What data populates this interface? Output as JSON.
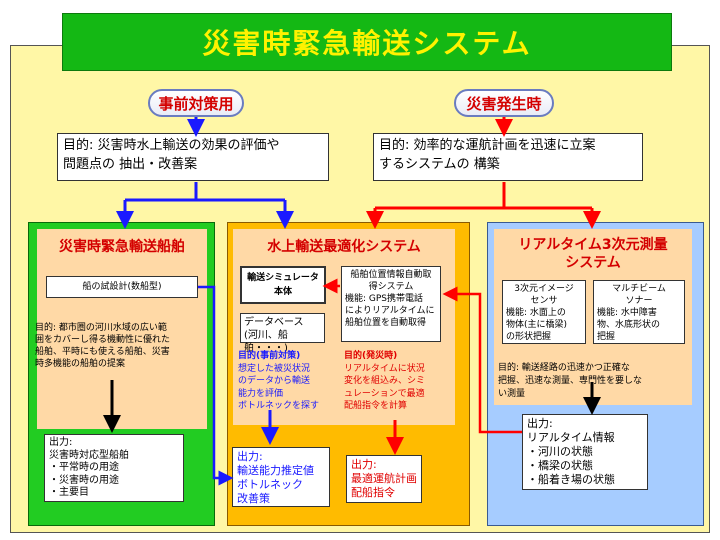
{
  "title": "災害時緊急輸送システム",
  "pill_left": "事前対策用",
  "pill_right": "災害発生時",
  "purpose_left": [
    "目的: 災害時水上輸送の効果の評価や",
    "問題点の 抽出・改善案"
  ],
  "purpose_right": [
    "目的: 効率的な運航計画を迅速に立案",
    "するシステムの 構築"
  ],
  "left_panel": {
    "title": "災害時緊急輸送船舶",
    "design_box": "船の試設計(数船型)",
    "desc": [
      "目的: 都市圏の河川水域の広い範",
      "囲をカバーし得る機動性に優れた",
      "船舶、平時にも使える船舶、災害",
      "時多機能の船舶の提案"
    ],
    "output": [
      "出力:",
      "災害時対応型船舶",
      "・平常時の用途",
      "・災害時の用途",
      "・主要目"
    ]
  },
  "center_panel": {
    "title": "水上輸送最適化システム",
    "simulator": [
      "輸送シミュレータ",
      "本体"
    ],
    "database": [
      "データベース",
      "(河川、船舶・・・)"
    ],
    "auto_acq": [
      "船舶位置情報自動取",
      "得システム",
      "機能: GPS携帯電話",
      "によりリアルタイムに",
      "船舶位置を自動取得"
    ],
    "purpose_pre": [
      "目的(事前対策)",
      "想定した被災状況",
      "のデータから輸送",
      "能力を評価",
      "ボトルネックを探す"
    ],
    "purpose_disaster": [
      "目的(発災時)",
      "リアルタイムに状況",
      "変化を組込み、シミ",
      "ュレーションで最適",
      "配船指令を計算"
    ],
    "output_left": [
      "出力:",
      "輸送能力推定値",
      "ボトルネック",
      "改善策"
    ],
    "output_right": [
      "出力:",
      "最適運航計画",
      "配船指令"
    ]
  },
  "right_panel": {
    "title": [
      "リアルタイム3次元測量",
      "システム"
    ],
    "sensor1": [
      "3次元イメージ",
      "センサ",
      "機能: 水面上の",
      "物体(主に橋梁)",
      "の形状把握"
    ],
    "sensor2": [
      "マルチビーム",
      "ソナー",
      "機能: 水中障害",
      "物、水底形状の",
      "把握"
    ],
    "desc": [
      "目的: 輸送経路の迅速かつ正確な",
      "把握、迅速な測量、専門性を要しな",
      "い測量"
    ],
    "output": [
      "出力:",
      "リアルタイム情報",
      "・河川の状態",
      "・橋梁の状態",
      "・船着き場の状態"
    ]
  },
  "colors": {
    "blue": "#1a1aff",
    "red": "#ff0000",
    "black": "#000000"
  }
}
